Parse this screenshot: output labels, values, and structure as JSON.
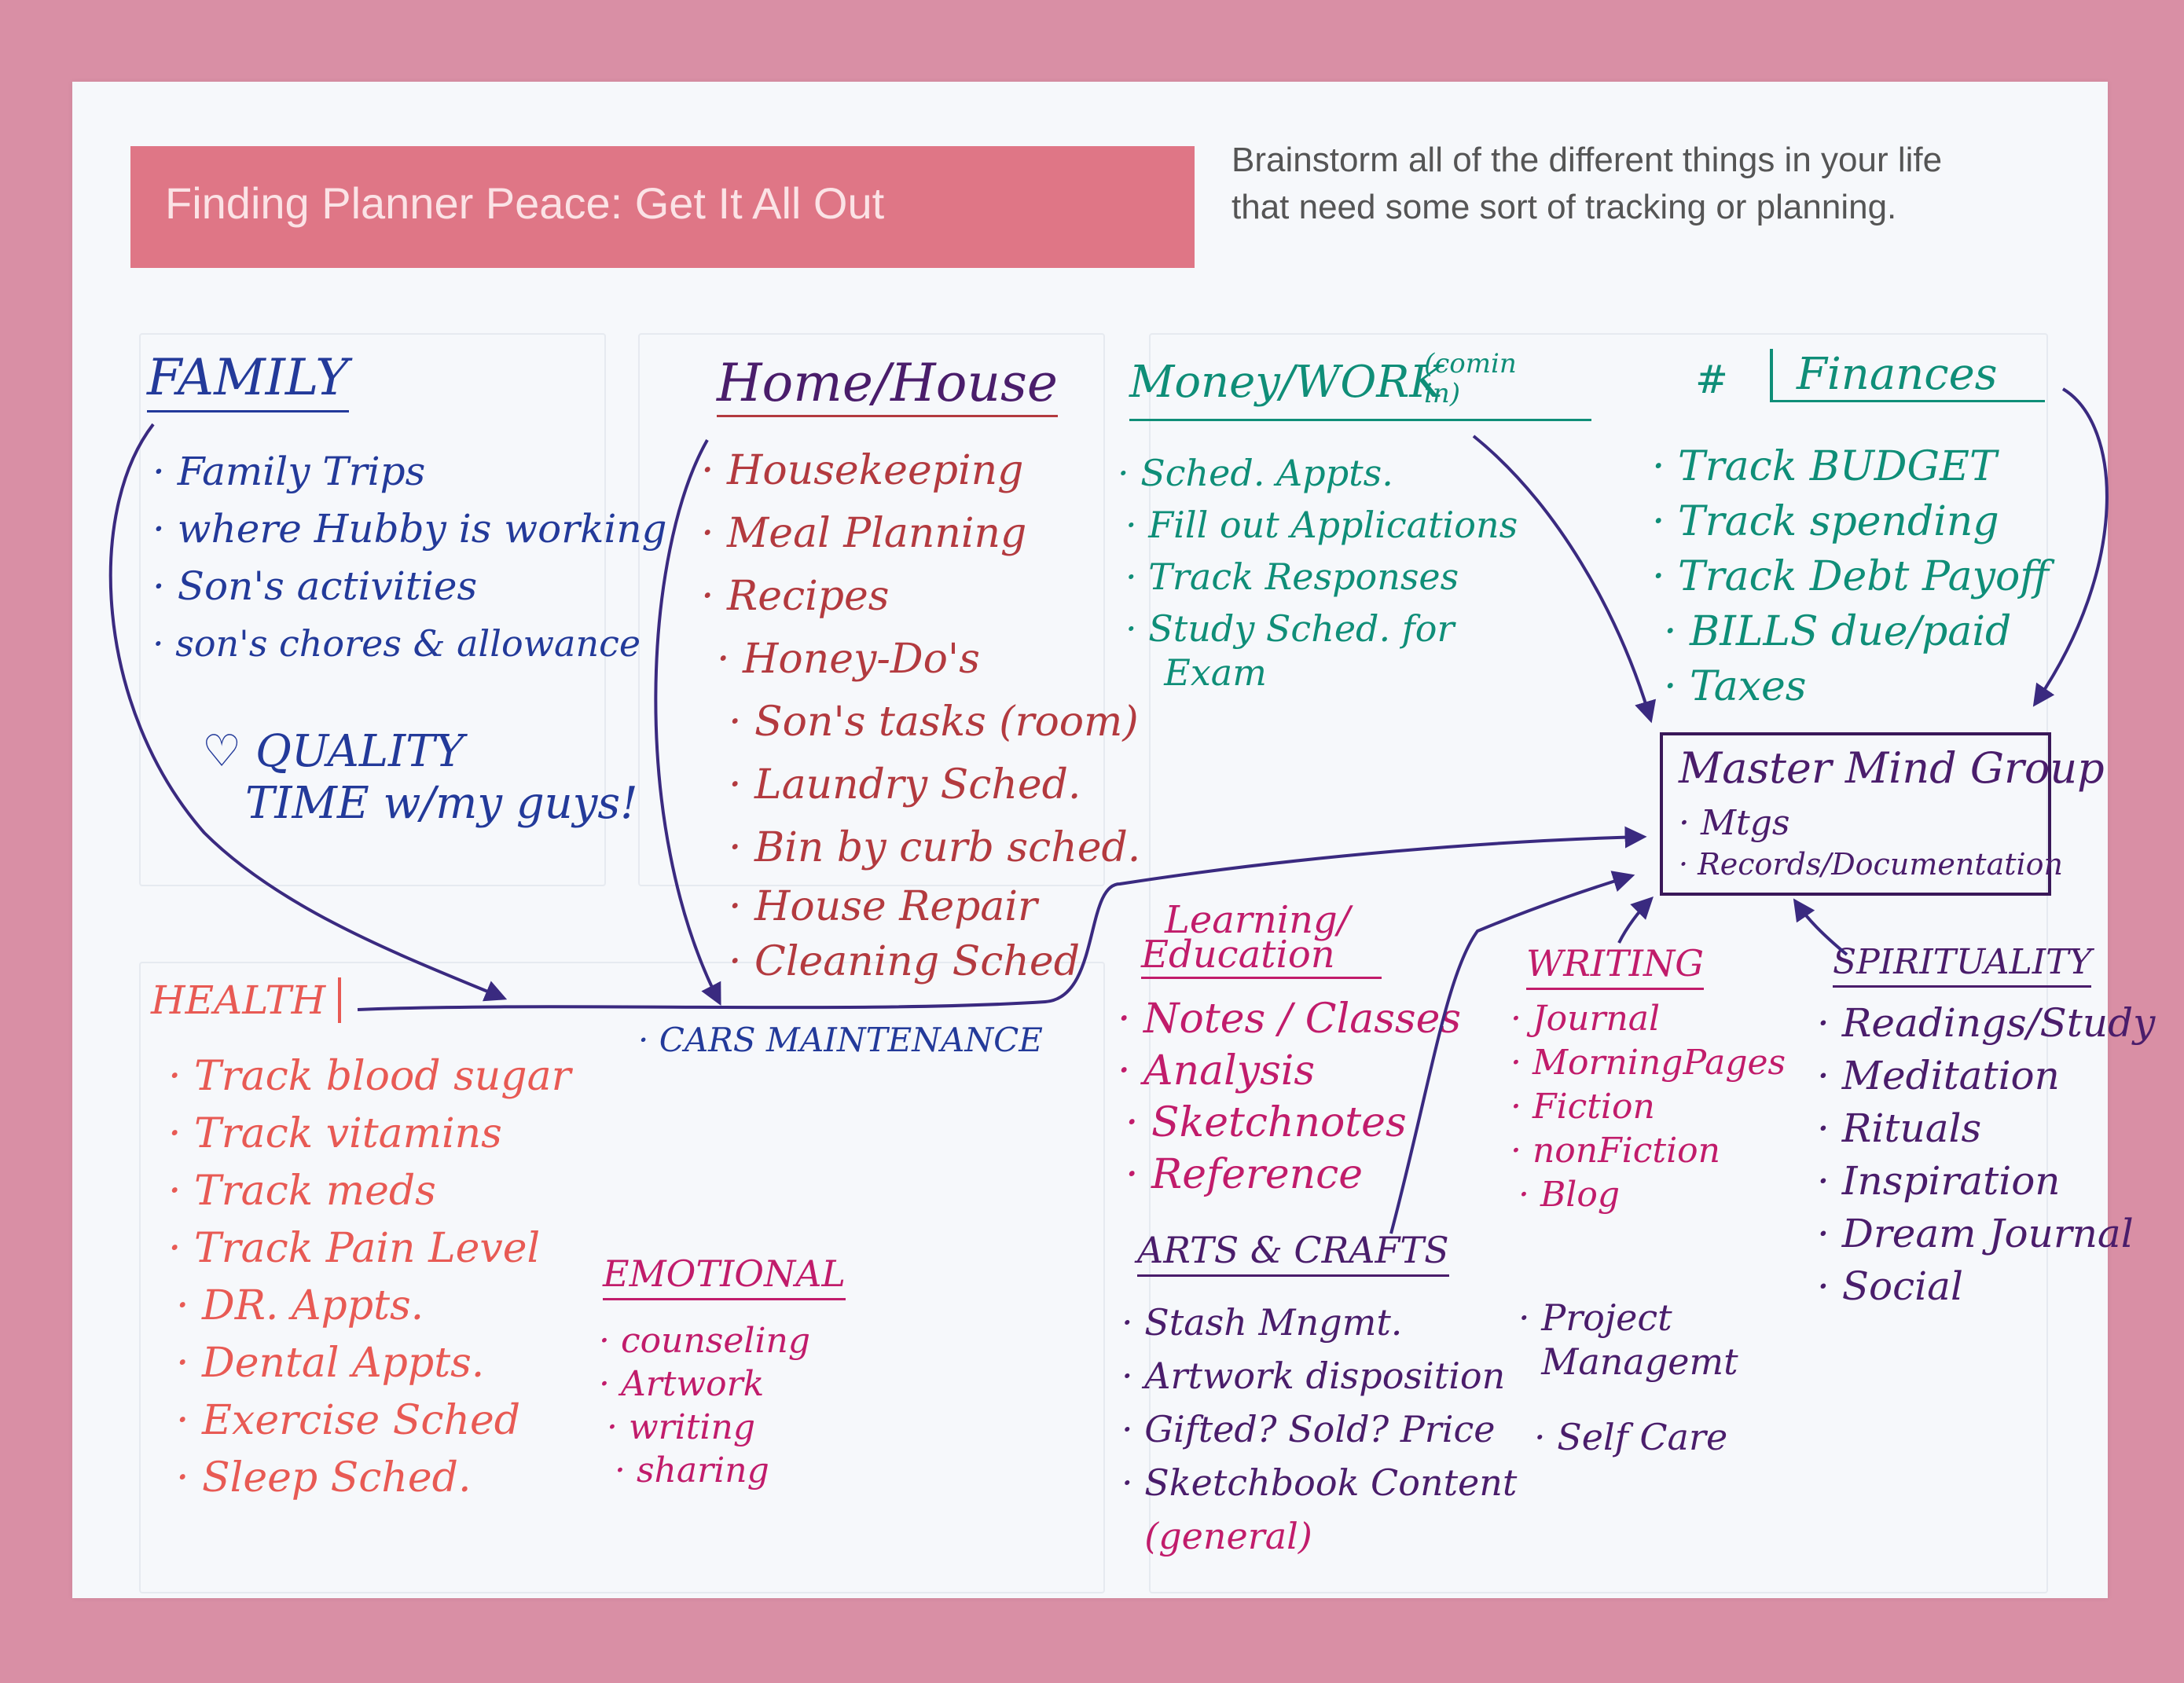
{
  "header": {
    "title": "Finding Planner Peace: Get It All Out",
    "instructions_line1": "Brainstorm all of the different things in your life",
    "instructions_line2": "that need some sort of tracking or planning."
  },
  "family": {
    "heading": "FAMILY",
    "items": [
      "· Family Trips",
      "· where Hubby is working",
      "· Son's activities",
      "· son's chores & allowance"
    ],
    "note_line1": "♡ QUALITY",
    "note_line2": "TIME w/my guys!"
  },
  "home": {
    "heading": "Home/House",
    "items": [
      "· Housekeeping",
      "· Meal Planning",
      "· Recipes",
      "· Honey-Do's",
      "· Son's tasks (room)",
      "· Laundry Sched.",
      "· Bin by curb sched.",
      "· House Repair",
      "· Cleaning Sched"
    ],
    "extra": "· CARS MAINTENANCE"
  },
  "money": {
    "heading": "Money/WORK",
    "aside": "(comin in)",
    "items": [
      "· Sched. Appts.",
      "· Fill out Applications",
      "· Track Responses",
      "· Study Sched. for",
      "  Exam"
    ]
  },
  "finances": {
    "heading": "Finances",
    "items": [
      "· Track BUDGET",
      "· Track spending",
      "· Track Debt Payoff",
      "· BILLS due/paid",
      "· Taxes"
    ]
  },
  "mastermind": {
    "title": "Master Mind Group",
    "items": [
      "· Mtgs",
      "· Records/Documentation"
    ]
  },
  "health": {
    "heading": "HEALTH",
    "items": [
      "· Track blood sugar",
      "· Track vitamins",
      "· Track meds",
      "· Track Pain Level",
      "· DR. Appts.",
      "· Dental Appts.",
      "· Exercise Sched",
      "· Sleep Sched."
    ]
  },
  "emotional": {
    "heading": "EMOTIONAL",
    "items": [
      "· counseling",
      "· Artwork",
      "· writing",
      "· sharing"
    ]
  },
  "learning": {
    "heading_line1": "Learning/",
    "heading_line2": "Education",
    "items": [
      "· Notes / Classes",
      "· Analysis",
      "· Sketchnotes",
      "· Reference"
    ]
  },
  "writing": {
    "heading": "WRITING",
    "items": [
      "· Journal",
      "· MorningPages",
      "· Fiction",
      "· nonFiction",
      "· Blog"
    ]
  },
  "spirituality": {
    "heading": "SPIRITUALITY",
    "items": [
      "· Readings/Study",
      "· Meditation",
      "· Rituals",
      "· Inspiration",
      "· Dream Journal",
      "· Social"
    ]
  },
  "arts": {
    "heading": "ARTS & CRAFTS",
    "items": [
      "· Stash Mngmt.",
      "· Artwork disposition",
      "· Gifted? Sold? Price",
      "· Sketchbook Content",
      "  (general)"
    ]
  },
  "misc": {
    "items": [
      "· Project",
      "  Managemt",
      "· Self Care"
    ]
  },
  "colors": {
    "banner": "#df7686",
    "frame": "#d98fa5",
    "family": "#233a9a",
    "home": "#b33a3f",
    "money": "#0f8e78",
    "mastermind": "#4a1d6b",
    "health": "#e85a54",
    "emotional_learning": "#c11c6b"
  }
}
